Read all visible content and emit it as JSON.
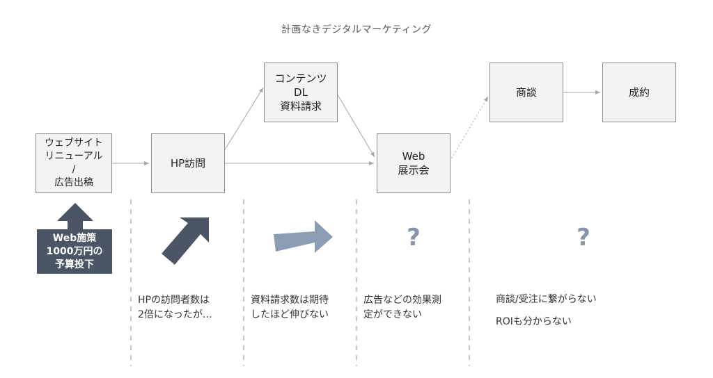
{
  "title": "計画なきデジタルマーケティング",
  "nodes": {
    "renewal": "ウェブサイト\nリニューアル\n/\n広告出稿",
    "hp_visit": "HP訪問",
    "content_dl": "コンテンツ\nDL\n資料請求",
    "web_expo": "Web\n展示会",
    "negotiation": "商談",
    "contract": "成約"
  },
  "budget_box": "Web施策\n1000万円の\n予算投下",
  "captions": {
    "hp": "HPの訪問者数は\n2倍になったが…",
    "docs": "資料請求数は期待\nしたほど伸びない",
    "effect": "広告などの効果測\n定ができない",
    "deal_1": "商談/受注に繋がらない",
    "deal_2": "ROIも分からない"
  },
  "question_marks": [
    "?",
    "?"
  ],
  "colors": {
    "arrow_dark": "#4b5565",
    "arrow_light": "#8c9cb5",
    "question": "#8794ab",
    "node_fill": "#f3f3f3",
    "node_border": "#8c8c8c"
  },
  "icons": {
    "up_arrow": "up-arrow-icon",
    "diagonal_arrow": "diagonal-up-arrow-icon",
    "right_arrow": "right-arrow-icon"
  }
}
